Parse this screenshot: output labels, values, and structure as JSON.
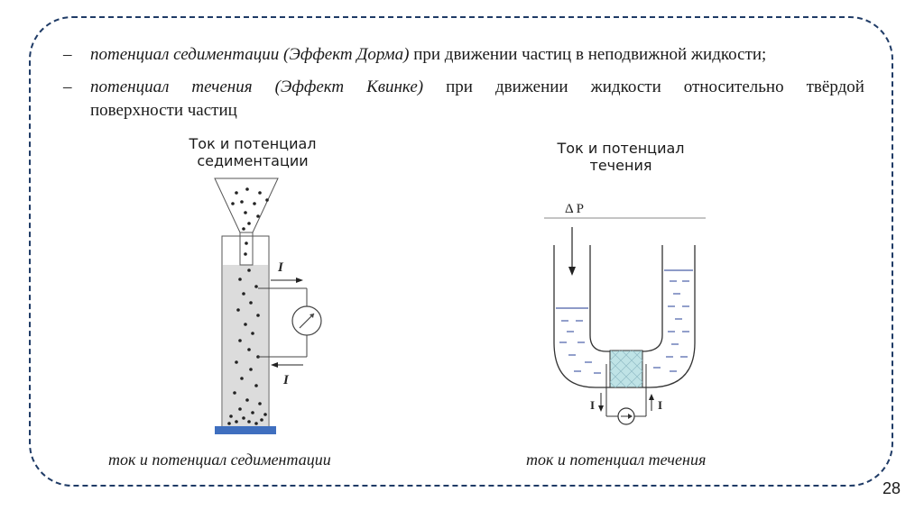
{
  "bullets": [
    {
      "dash": "–",
      "italic": "потенциал седиментации (Эффект Дорма)",
      "rest": " при движении частиц в неподвижной жидкости;"
    },
    {
      "dash": "–",
      "italic_w1": "потенциал",
      "italic_w2": "течения",
      "italic_w3": "(Эффект",
      "italic_w4": "Квинке)",
      "w5": "при",
      "w6": "движении",
      "w7": "жидкости",
      "w8": "относительно",
      "w9": "твёрдой",
      "line2": "поверхности частиц"
    }
  ],
  "left_figure": {
    "caption_line1": "Ток и потенциал",
    "caption_line2": "седиментации",
    "current_label_top": "I",
    "current_label_bottom": "I"
  },
  "right_figure": {
    "caption_line1": "Ток и потенциал",
    "caption_line2": "течения",
    "pressure_label": "Δ P",
    "current_label_left": "I",
    "current_label_right": "I"
  },
  "bottom_captions": {
    "left": "ток и потенциал седиментации",
    "right": "ток и потенциал течения"
  },
  "page_number": "28",
  "colors": {
    "frame": "#1f3b66",
    "liquid_line": "#4a5fa8",
    "base": "#3f6fbf",
    "plug": "#bfe3e6"
  }
}
